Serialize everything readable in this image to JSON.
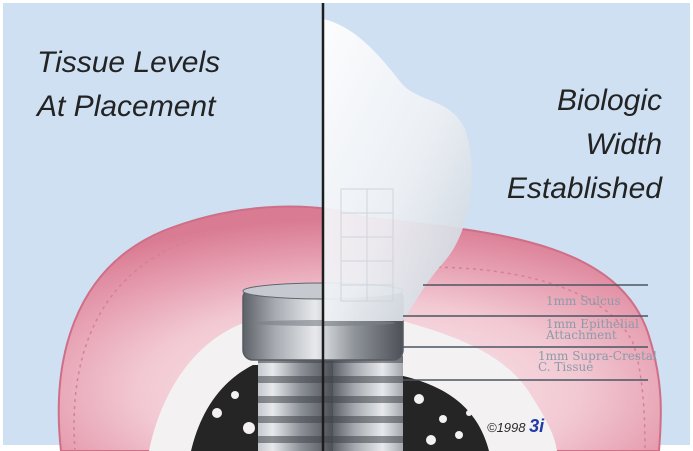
{
  "titles": {
    "left": "Tissue Levels\nAt Placement",
    "right": "Biologic\nWidth\nEstablished"
  },
  "annotations": [
    "1mm Sulcus",
    "1mm Epithelial\nAttachment",
    "1mm Supra-Crestal\nC. Tissue"
  ],
  "copyright": {
    "prefix": "©1998",
    "brand": "3i"
  },
  "colors": {
    "background": "#cfe0f3",
    "gingiva": "#e8a3b4",
    "bone": "#f3f1f2",
    "implant": "#9da2a8",
    "brand": "#203aa6"
  }
}
